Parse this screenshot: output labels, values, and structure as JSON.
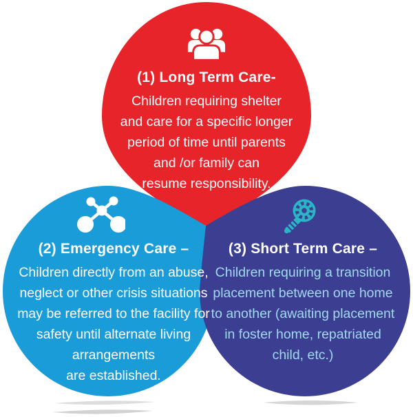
{
  "infographic": {
    "bubbles": {
      "long_term": {
        "title": "(1) Long Term Care-",
        "body": "Children requiring shelter\nand care for a specific longer\nperiod of time until parents\nand /or family can\nresume responsibility.",
        "color": "#e8242b",
        "text_color": "#ffffff",
        "icon": "people-group-icon"
      },
      "emergency": {
        "title": "(2) Emergency Care –",
        "body": "Children directly from an abuse,\nneglect or other crisis situations\nmay be referred to the facility for\nsafety until alternate living\narrangements\nare established.",
        "color": "#1a9cd9",
        "text_color": "#ffffff",
        "icon": "molecule-icon"
      },
      "short_term": {
        "title": "(3) Short Term Care –",
        "body": "Children requiring a transition\nplacement between one home\nto another (awaiting placement\nin foster home, repatriated\nchild, etc.)",
        "color": "#3c3e92",
        "title_color": "#ffffff",
        "text_color": "#a0d9f1",
        "icon": "lightbulb-gear-icon",
        "icon_color": "#2ab6c4"
      }
    },
    "colors": {
      "red": "#e8242b",
      "light_blue": "#1a9cd9",
      "dark_blue": "#3c3e92",
      "teal": "#2ab6c4",
      "purple_body_text": "#a0d9f1",
      "shadow_gray": "#d6d6d6",
      "background": "#ffffff"
    }
  }
}
